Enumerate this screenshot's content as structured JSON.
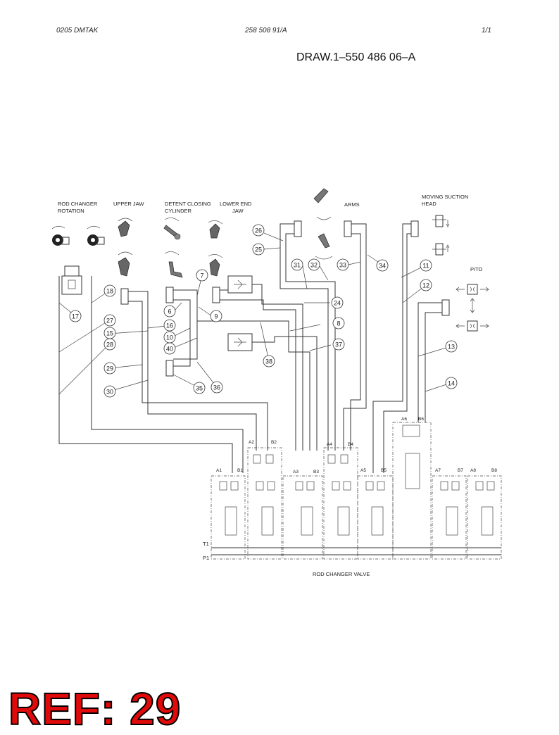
{
  "header": {
    "left": "0205  DMTAK",
    "center": "258 508 91/A",
    "right": "1/1"
  },
  "drawing_number": "DRAW.1–550 486 06–A",
  "labels": {
    "rod_changer_rotation": [
      "ROD CHANGER",
      "ROTATION"
    ],
    "upper_jaw": [
      "UPPER JAW"
    ],
    "detent_closing_cylinder": [
      "DETENT CLOSING",
      "CYLINDER"
    ],
    "lower_end_jaw": [
      "LOWER END",
      "JAW"
    ],
    "arms": [
      "ARMS"
    ],
    "moving_suction_head": [
      "MOVING SUCTION",
      "HEAD"
    ],
    "pito": [
      "PITO"
    ],
    "rod_changer_valve": [
      "ROD CHANGER VALVE"
    ],
    "t1": "T1",
    "p1": "P1"
  },
  "ports": [
    "A1",
    "B1",
    "A2",
    "B2",
    "A3",
    "B3",
    "A4",
    "B4",
    "A5",
    "B5",
    "A6",
    "B6",
    "A7",
    "B7",
    "A8",
    "B8"
  ],
  "callouts": [
    "26",
    "25",
    "31",
    "32",
    "33",
    "34",
    "11",
    "12",
    "7",
    "6",
    "9",
    "24",
    "8",
    "37",
    "38",
    "18",
    "17",
    "27",
    "15",
    "16",
    "28",
    "10",
    "40",
    "29",
    "30",
    "35",
    "36",
    "13",
    "14"
  ],
  "ref_label": "REF: 29"
}
